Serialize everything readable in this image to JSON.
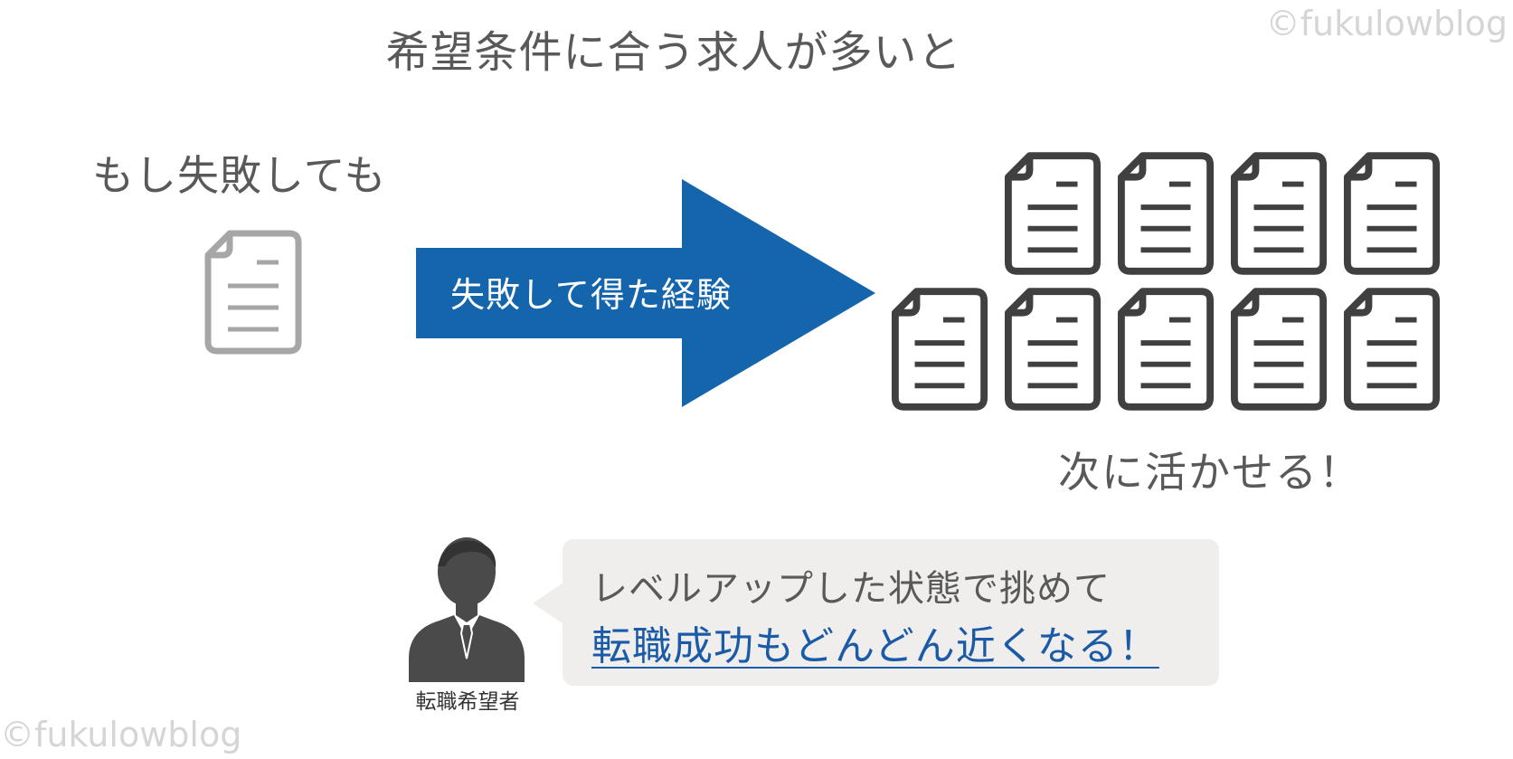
{
  "title": "希望条件に合う求人が多いと",
  "watermark": "©fukulowblog",
  "left": {
    "caption": "もし失敗しても",
    "doc_icon": "document-icon",
    "doc_color": "#a6a6a6"
  },
  "arrow": {
    "label": "失敗して得た経験",
    "color": "#1565ad"
  },
  "right": {
    "caption": "次に活かせる！",
    "doc_icon": "document-icon",
    "doc_color": "#404040",
    "rows": [
      4,
      5
    ]
  },
  "person": {
    "icon": "businessman-icon",
    "label": "転職希望者"
  },
  "bubble": {
    "line1": "レベルアップした状態で挑めて",
    "line2": "転職成功もどんどん近くなる！",
    "line2_color": "#1a5aa6"
  }
}
